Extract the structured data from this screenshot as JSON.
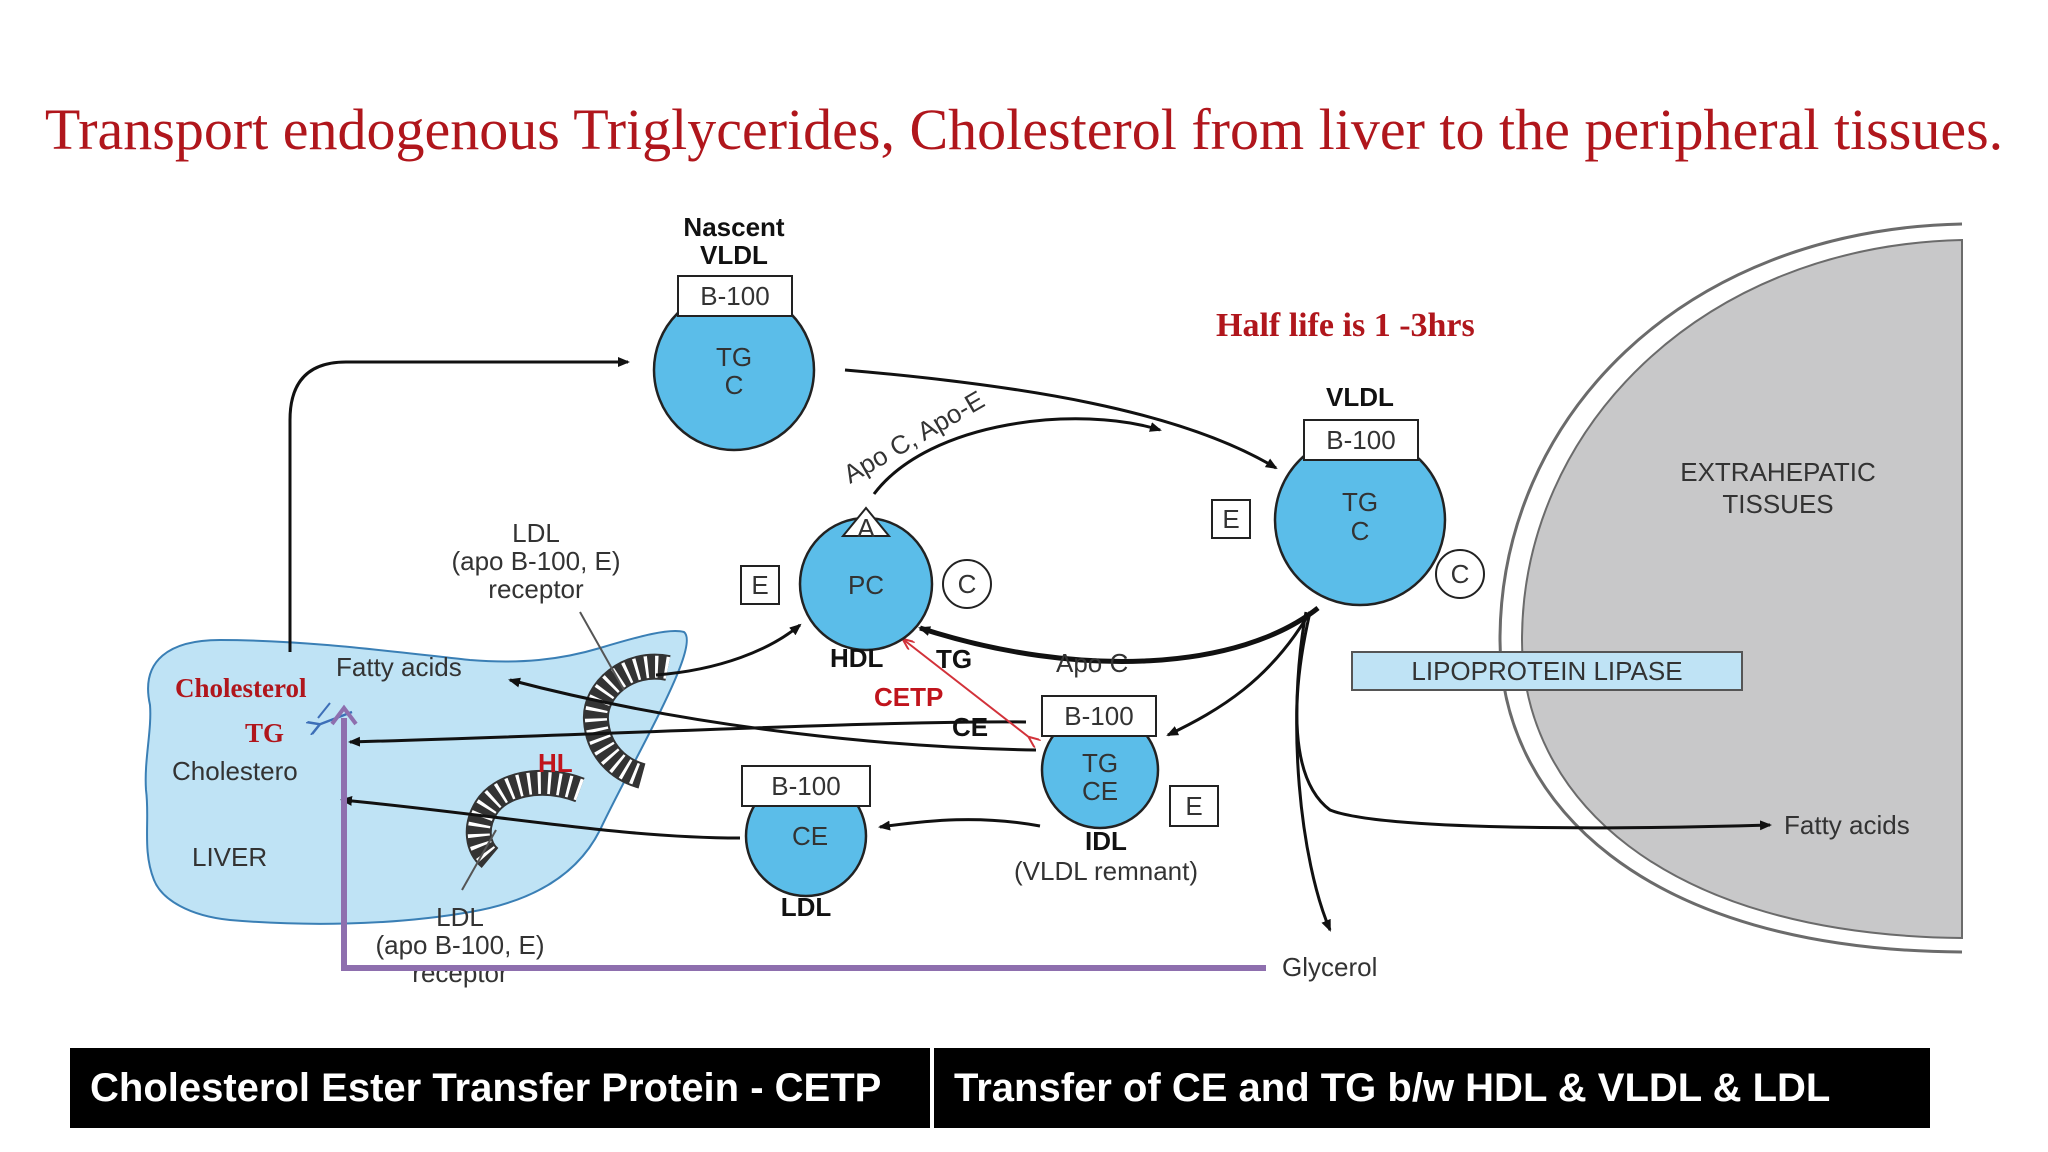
{
  "title": "Transport endogenous Triglycerides, Cholesterol from liver to the peripheral tissues.",
  "half_life": "Half life is 1 -3hrs",
  "nascent_vldl": {
    "line1": "Nascent",
    "line2": "VLDL",
    "apo": "B-100",
    "content1": "TG",
    "content2": "C"
  },
  "vldl": {
    "label": "VLDL",
    "apo": "B-100",
    "content1": "TG",
    "content2": "C",
    "apo_e": "E",
    "apo_c": "C"
  },
  "hdl": {
    "label": "HDL",
    "core": "PC",
    "apo_a": "A",
    "apo_e": "E",
    "apo_c": "C"
  },
  "idl": {
    "label": "IDL",
    "sublabel": "(VLDL remnant)",
    "apo": "B-100",
    "content1": "TG",
    "content2": "CE",
    "apo_e": "E"
  },
  "ldl": {
    "label": "LDL",
    "apo": "B-100",
    "content": "CE"
  },
  "liver": {
    "label": "LIVER",
    "fatty_acids": "Fatty acids",
    "cholesterol": "Cholestero",
    "red_cholesterol": "Cholesterol",
    "red_tg": "TG",
    "hl": "HL"
  },
  "receptor_top": {
    "line1": "LDL",
    "line2": "(apo B-100, E)",
    "line3": "receptor"
  },
  "receptor_bottom": {
    "line1": "LDL",
    "line2": "(apo B-100, E)",
    "line3": "receptor"
  },
  "arrows": {
    "apo_ce": "Apo C, Apo-E",
    "apo_c": "Apo C",
    "cetp": "CETP",
    "tg": "TG",
    "ce": "CE"
  },
  "extrahepatic": {
    "line1": "EXTRAHEPATIC",
    "line2": "TISSUES"
  },
  "lipoprotein_lipase": "LIPOPROTEIN LIPASE",
  "fatty_acids_out": "Fatty acids",
  "glycerol": "Glycerol",
  "bottom_bar": {
    "left": "Cholesterol Ester Transfer Protein - CETP",
    "right": "Transfer of CE and TG b/w HDL & VLDL & LDL"
  },
  "colors": {
    "title_red": "#b0161c",
    "particle_blue": "#5bbde9",
    "liver_blue": "#bfe3f5",
    "tissue_gray": "#c8c8c9",
    "purple_line": "#8e6fae"
  }
}
